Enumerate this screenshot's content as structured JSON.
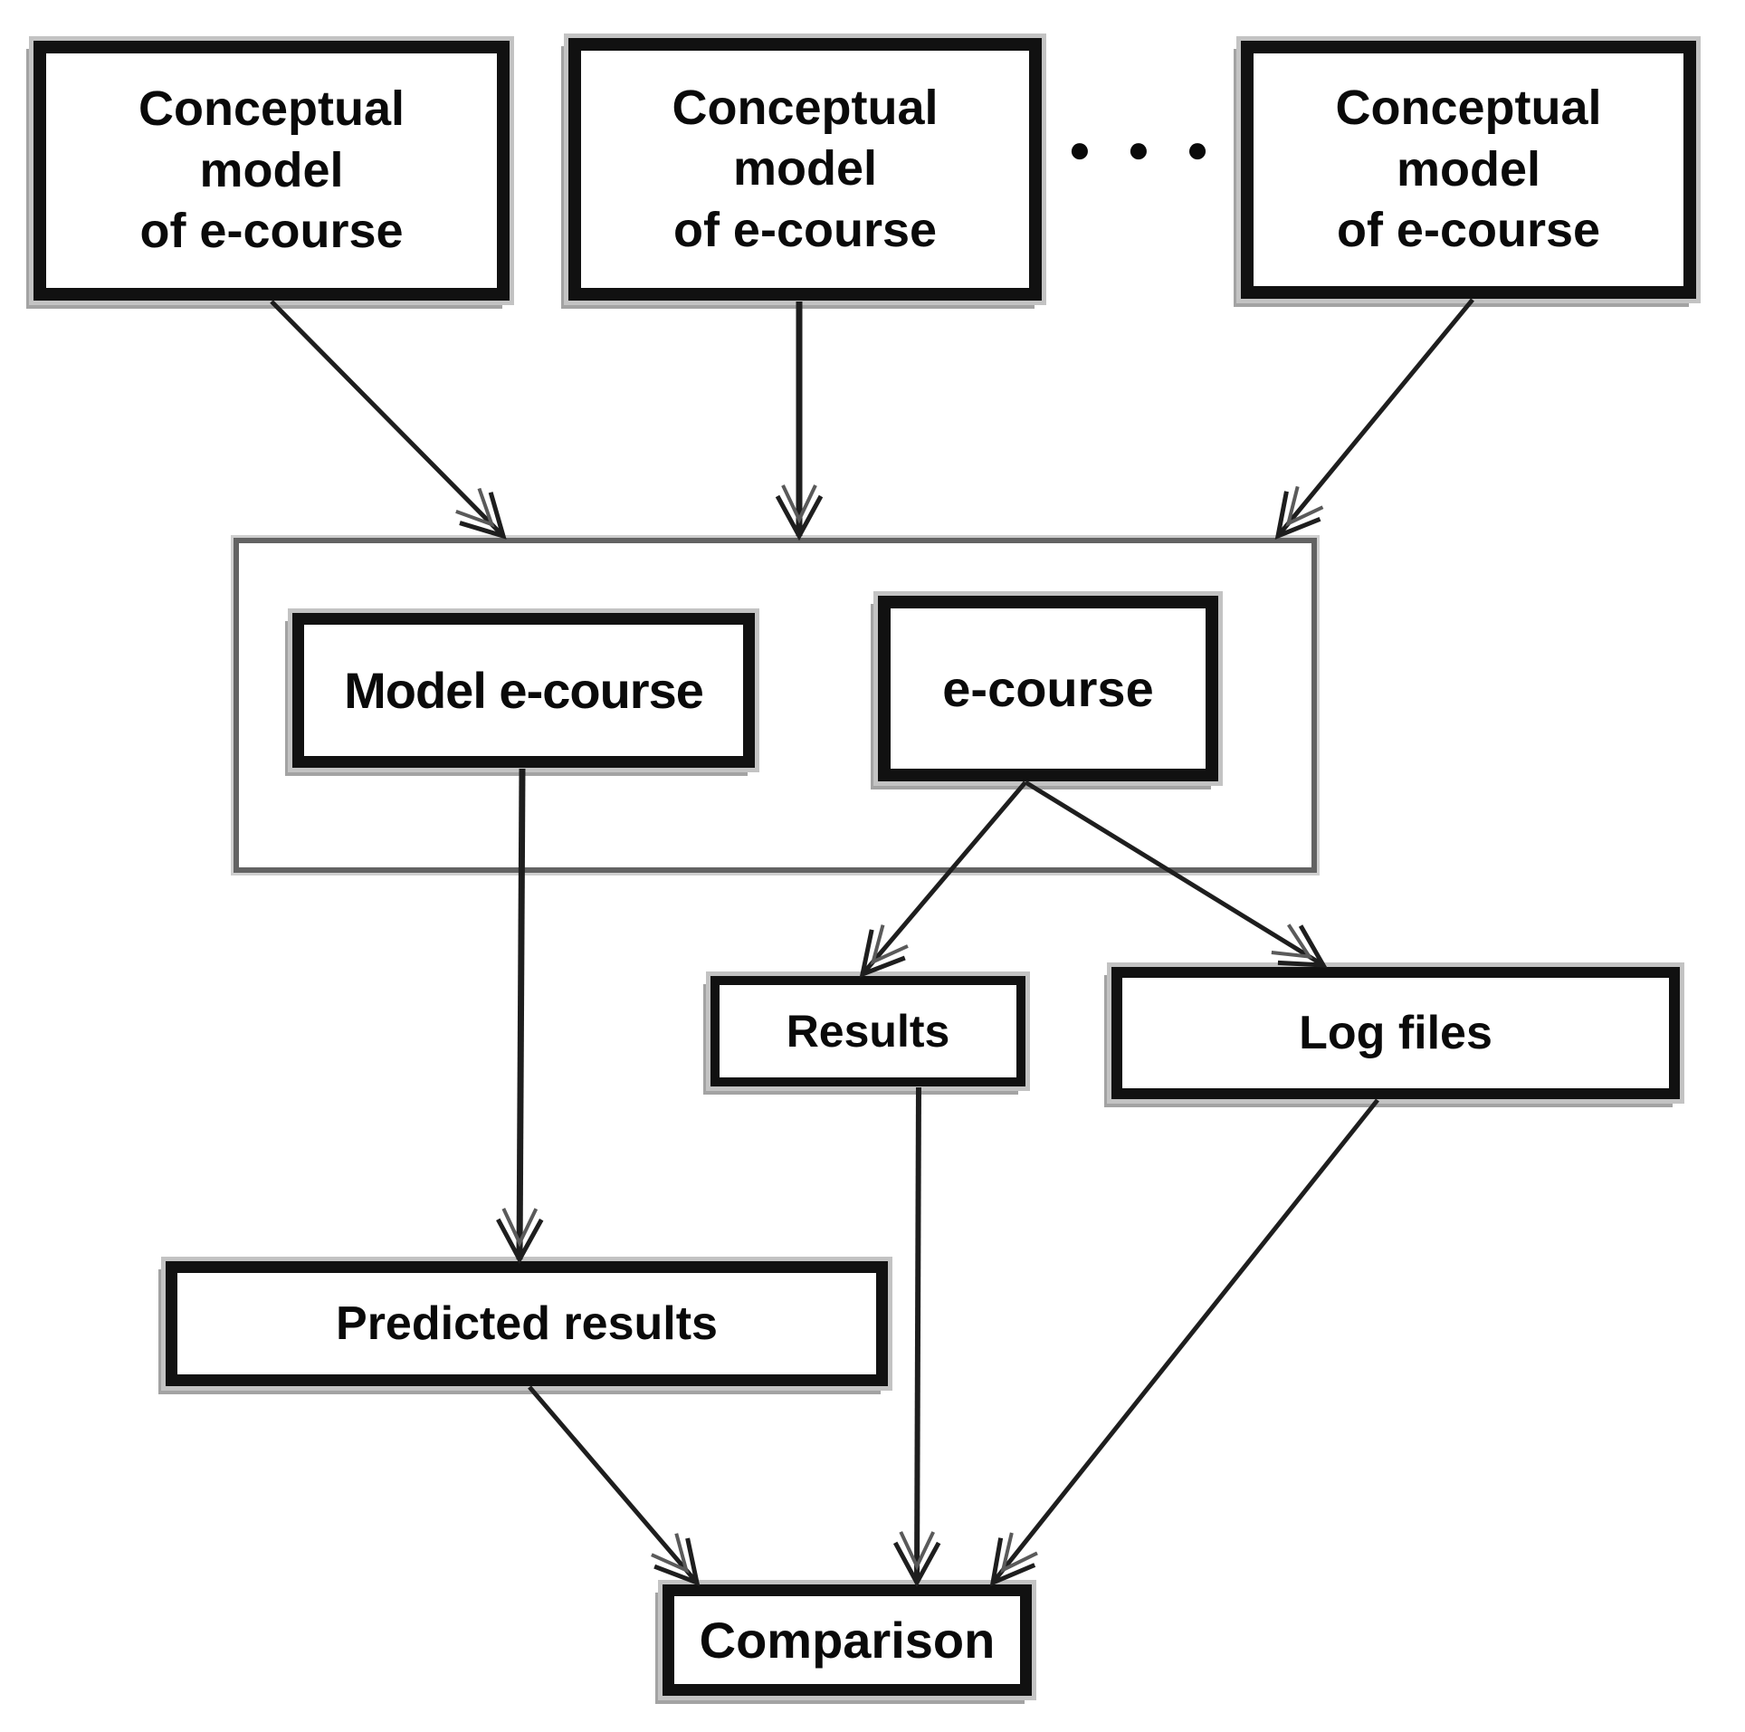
{
  "nodes": {
    "conceptual_1": {
      "label": "Conceptual\nmodel\nof e-course"
    },
    "conceptual_2": {
      "label": "Conceptual\nmodel\nof e-course"
    },
    "conceptual_3": {
      "label": "Conceptual\nmodel\nof e-course"
    },
    "model_ecourse": {
      "label": "Model e-course"
    },
    "ecourse": {
      "label": "e-course"
    },
    "results": {
      "label": "Results"
    },
    "log_files": {
      "label": "Log files"
    },
    "predicted_results": {
      "label": "Predicted results"
    },
    "comparison": {
      "label": "Comparison"
    }
  },
  "decorations": {
    "ellipsis": "● ● ●"
  },
  "edges": [
    {
      "from": "conceptual_1",
      "to": "modeling_container"
    },
    {
      "from": "conceptual_2",
      "to": "modeling_container"
    },
    {
      "from": "conceptual_3",
      "to": "modeling_container"
    },
    {
      "from": "model_ecourse",
      "to": "predicted_results"
    },
    {
      "from": "ecourse",
      "to": "results"
    },
    {
      "from": "ecourse",
      "to": "log_files"
    },
    {
      "from": "results",
      "to": "comparison"
    },
    {
      "from": "predicted_results",
      "to": "comparison"
    },
    {
      "from": "log_files",
      "to": "comparison"
    }
  ],
  "colors": {
    "ink": "#1e1e1e",
    "box_border": "#111111",
    "container_border": "#636363",
    "shadow": "#a3a3a3",
    "halo": "#c3c3c3",
    "background": "#ffffff"
  }
}
